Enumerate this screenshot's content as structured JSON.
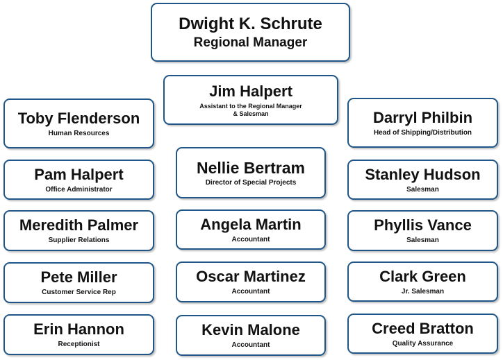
{
  "chart": {
    "top": {
      "name": "Dwight K. Schrute",
      "title": "Regional Manager"
    },
    "assistant": {
      "name": "Jim Halpert",
      "title_line1": "Assistant to the Regional Manager",
      "title_line2": "& Salesman"
    },
    "left": [
      {
        "name": "Toby Flenderson",
        "title": "Human Resources"
      },
      {
        "name": "Pam Halpert",
        "title": "Office Administrator"
      },
      {
        "name": "Meredith Palmer",
        "title": "Supplier Relations"
      },
      {
        "name": "Pete Miller",
        "title": "Customer Service Rep"
      },
      {
        "name": "Erin Hannon",
        "title": "Receptionist"
      }
    ],
    "center": [
      {
        "name": "Nellie Bertram",
        "title": "Director of Special Projects"
      },
      {
        "name": "Angela Martin",
        "title": "Accountant"
      },
      {
        "name": "Oscar Martinez",
        "title": "Accountant"
      },
      {
        "name": "Kevin Malone",
        "title": "Accountant"
      }
    ],
    "right": [
      {
        "name": "Darryl Philbin",
        "title": "Head of Shipping/Distribution"
      },
      {
        "name": "Stanley Hudson",
        "title": "Salesman"
      },
      {
        "name": "Phyllis Vance",
        "title": "Salesman"
      },
      {
        "name": "Clark Green",
        "title": "Jr. Salesman"
      },
      {
        "name": "Creed Bratton",
        "title": "Quality Assurance"
      }
    ]
  }
}
